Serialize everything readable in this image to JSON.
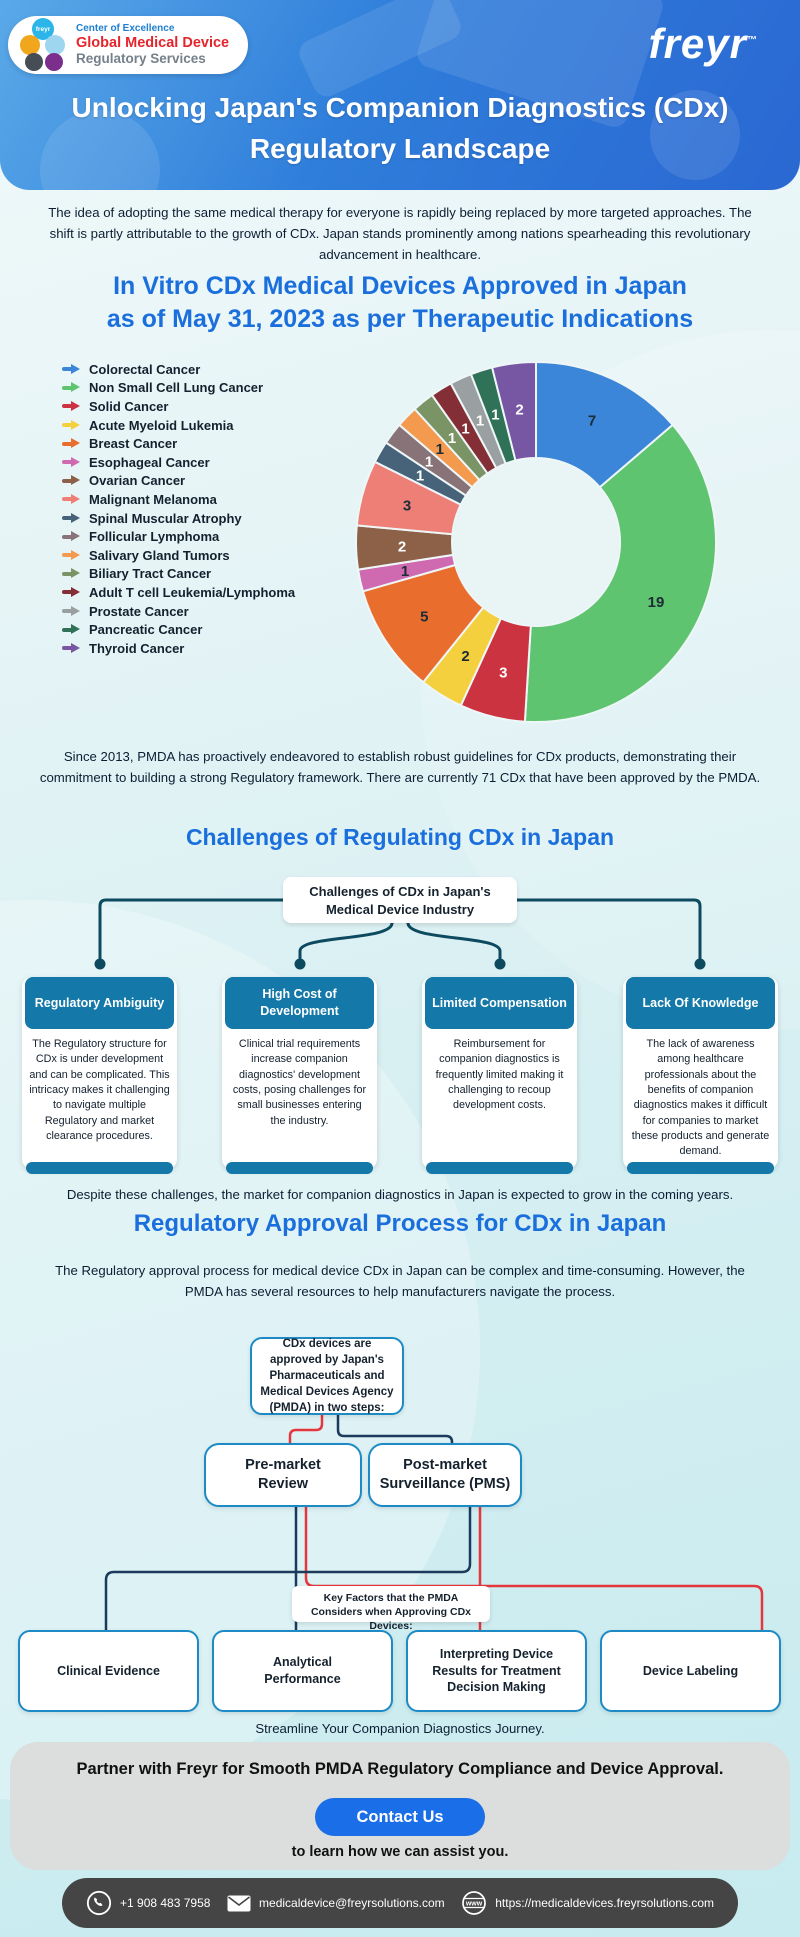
{
  "header": {
    "badge": {
      "logo_text": "freyr",
      "line1": "Center of Excellence",
      "line2": "Global Medical Device",
      "line3": "Regulatory Services"
    },
    "brand": "freyr",
    "trademark": "™",
    "title_line1": "Unlocking Japan's Companion Diagnostics (CDx)",
    "title_line2": "Regulatory Landscape"
  },
  "intro": "The idea of adopting the same medical therapy for everyone is rapidly being replaced by more targeted approaches. The shift is partly attributable to the growth of CDx. Japan stands prominently among nations spearheading this revolutionary advancement in healthcare.",
  "chart_section": {
    "heading_line1": "In Vitro CDx Medical Devices Approved in Japan",
    "heading_line2": "as of May 31, 2023 as per Therapeutic Indications"
  },
  "chart_data": {
    "type": "pie",
    "donut": true,
    "title": "In Vitro CDx Medical Devices Approved in Japan as of May 31, 2023 as per Therapeutic Indications",
    "categories": [
      "Colorectal Cancer",
      "Non Small Cell Lung Cancer",
      "Solid Cancer",
      "Acute Myeloid Lukemia",
      "Breast Cancer",
      "Esophageal Cancer",
      "Ovarian Cancer",
      "Malignant Melanoma",
      "Spinal Muscular Atrophy",
      "Follicular Lymphoma",
      "Salivary Gland Tumors",
      "Biliary Tract Cancer",
      "Adult T cell Leukemia/Lymphoma",
      "Prostate Cancer",
      "Pancreatic Cancer",
      "Thyroid Cancer"
    ],
    "values": [
      7,
      19,
      3,
      2,
      5,
      1,
      2,
      3,
      1,
      1,
      1,
      1,
      1,
      1,
      1,
      2
    ],
    "colors": [
      "#3b86d8",
      "#5ec46f",
      "#cc3340",
      "#f4d03f",
      "#e96e2e",
      "#cf6ab0",
      "#8d6048",
      "#ee7f77",
      "#46637a",
      "#887379",
      "#f49a4e",
      "#7b9465",
      "#842f35",
      "#9aa0a2",
      "#2f7257",
      "#7757a3"
    ],
    "label_colors": [
      "#1c2b36",
      "#1c2b36",
      "#ffffff",
      "#1c2b36",
      "#1c2b36",
      "#1c2b36",
      "#ffffff",
      "#1c2b36",
      "#ffffff",
      "#ffffff",
      "#1c2b36",
      "#ffffff",
      "#ffffff",
      "#ffffff",
      "#ffffff",
      "#ffffff"
    ],
    "total": 51,
    "legend_position": "left"
  },
  "since_note": "Since 2013, PMDA has proactively endeavored to establish robust guidelines for CDx products, demonstrating their commitment to building a strong Regulatory framework. There are currently 71 CDx that have been approved by the PMDA.",
  "challenges": {
    "heading": "Challenges of Regulating CDx in Japan",
    "root_line1": "Challenges of CDx in Japan's",
    "root_line2": "Medical Device Industry",
    "cards": [
      {
        "title": "Regulatory Ambiguity",
        "body": "The Regulatory structure for CDx is under development and can be complicated. This intricacy makes it challenging to navigate multiple Regulatory and market clearance procedures."
      },
      {
        "title": "High Cost of Development",
        "body": "Clinical trial requirements increase companion diagnostics' development costs, posing challenges for small businesses entering the industry."
      },
      {
        "title": "Limited Compensation",
        "body": "Reimbursement for companion diagnostics is frequently limited making it challenging to recoup development costs."
      },
      {
        "title": "Lack Of Knowledge",
        "body": "The lack of awareness among healthcare professionals about the benefits of companion diagnostics makes it difficult for companies to market these products and generate demand."
      }
    ],
    "note": "Despite these challenges, the market for companion diagnostics in Japan is expected to grow in the coming years."
  },
  "approval": {
    "heading": "Regulatory Approval Process for CDx in Japan",
    "intro": "The Regulatory approval process for medical device CDx in Japan can be complex and time-consuming. However, the PMDA has several resources to help manufacturers navigate the process.",
    "root": "CDx devices are approved by Japan's Pharmaceuticals and Medical Devices Agency (PMDA) in two steps:",
    "step1": "Pre-market Review",
    "step2": "Post-market Surveillance (PMS)",
    "key_factors_label": "Key Factors that the PMDA Considers when Approving CDx Devices:",
    "factors": [
      "Clinical Evidence",
      "Analytical Performance",
      "Interpreting Device Results for Treatment Decision Making",
      "Device Labeling"
    ]
  },
  "cta": {
    "streamline": "Streamline Your Companion Diagnostics Journey.",
    "partner": "Partner with Freyr for Smooth PMDA Regulatory Compliance and Device Approval.",
    "button": "Contact Us",
    "assist": "to learn how we can assist you."
  },
  "footer": {
    "phone": "+1 908 483 7958",
    "email": "medicaldevice@freyrsolutions.com",
    "website": "https://medicaldevices.freyrsolutions.com"
  },
  "colors": {
    "accent_blue": "#1a6fdd",
    "card_teal": "#1478a8",
    "connector_teal": "#0d4a5f",
    "red_line": "#e3373d",
    "navy_line": "#1b3a5c",
    "button_blue": "#1a6ee8"
  }
}
